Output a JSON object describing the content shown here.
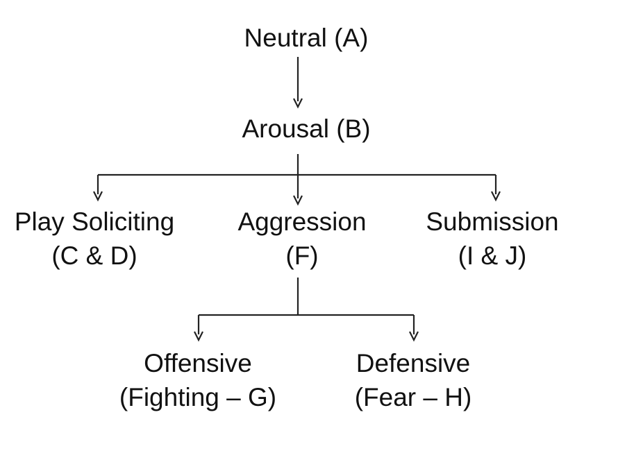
{
  "diagram": {
    "line_color": "#222222",
    "text_color": "#111111",
    "nodes": {
      "neutral": {
        "line1": "Neutral (A)"
      },
      "arousal": {
        "line1": "Arousal (B)"
      },
      "play_soliciting": {
        "line1": "Play Soliciting",
        "line2": "(C & D)"
      },
      "aggression": {
        "line1": "Aggression",
        "line2": "(F)"
      },
      "submission": {
        "line1": "Submission",
        "line2": "(I & J)"
      },
      "offensive": {
        "line1": "Offensive",
        "line2": "(Fighting – G)"
      },
      "defensive": {
        "line1": "Defensive",
        "line2": "(Fear – H)"
      }
    }
  }
}
